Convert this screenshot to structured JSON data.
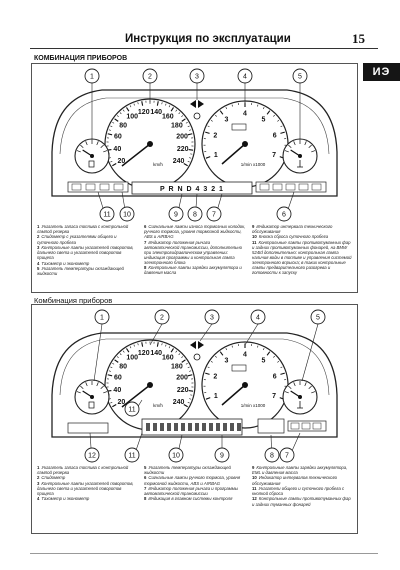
{
  "header": {
    "title": "Инструкция по эксплуатации",
    "page_number": "15",
    "tab_label": "ИЭ"
  },
  "section1": {
    "title": "КОМБИНАЦИЯ ПРИБОРОВ",
    "callouts": [
      "1",
      "2",
      "3",
      "4",
      "5",
      "6",
      "7",
      "8",
      "9",
      "10",
      "11"
    ],
    "speedo_ticks": [
      "20",
      "40",
      "60",
      "80",
      "100",
      "120",
      "140",
      "160",
      "180",
      "200",
      "220",
      "240"
    ],
    "tacho_ticks": [
      "1",
      "2",
      "3",
      "4",
      "5",
      "6",
      "7"
    ],
    "speedo_unit": "km/h",
    "tacho_unit": "1/min x1000",
    "gear_strip": "P R N D 4 3 2 1",
    "captions_col1": [
      {
        "n": "1",
        "t": "Указатель запаса топлива с контрольной лампой резерва"
      },
      {
        "n": "2",
        "t": "Спидометр с указателями общего и суточного пробега"
      },
      {
        "n": "3",
        "t": "Контрольные лампы указателей поворотов, дальнего света и указателей поворотов прицепа"
      },
      {
        "n": "4",
        "t": "Тахометр и эконометр"
      },
      {
        "n": "5",
        "t": "Указатель температуры охлаждающей жидкости"
      }
    ],
    "captions_col2": [
      {
        "n": "6",
        "t": "Сигнальные лампы износа тормозных колодок, ручного тормоза, уровня тормозной жидкости, ABS и AIRBAG"
      },
      {
        "n": "7",
        "t": "Индикатор положения рычага автоматической трансмиссии, дополнительно при электрогидравлическом управлении: индикация программы и контрольная лампа электронного блока"
      },
      {
        "n": "8",
        "t": "Контрольные лампы зарядки аккумулятора и давления масла"
      }
    ],
    "captions_col3": [
      {
        "n": "9",
        "t": "Индикатор интервала технического обслуживания"
      },
      {
        "n": "10",
        "t": "Кнопка сброса суточного пробега"
      },
      {
        "n": "11",
        "t": "Контрольные лампы противотуманных фар и задних противотуманных фонарей, на BMW 524td дополнительно: контрольная лампа наличия воды в топливе и управления системой электронного впрыска; в таких контрольные лампы предварительного разогрева и готовности к запуску"
      }
    ]
  },
  "section2": {
    "title": "Комбинация приборов",
    "callouts": [
      "1",
      "2",
      "3",
      "4",
      "5",
      "6",
      "7",
      "8",
      "9",
      "10",
      "11",
      "12"
    ],
    "speedo_ticks": [
      "20",
      "40",
      "60",
      "80",
      "100",
      "120",
      "140",
      "160",
      "180",
      "200",
      "220",
      "240"
    ],
    "tacho_ticks": [
      "1",
      "2",
      "3",
      "4",
      "5",
      "6",
      "7"
    ],
    "speedo_unit": "km/h",
    "tacho_unit": "1/min x1000",
    "captions_col1": [
      {
        "n": "1",
        "t": "Указатель запаса топлива с контрольной лампой резерва"
      },
      {
        "n": "2",
        "t": "Спидометр"
      },
      {
        "n": "3",
        "t": "Контрольные лампы указателей поворотов, дальнего света и указателей поворотов прицепа"
      },
      {
        "n": "4",
        "t": "Тахометр и эконометр"
      }
    ],
    "captions_col2": [
      {
        "n": "5",
        "t": "Указатель температуры охлаждающей жидкости"
      },
      {
        "n": "6",
        "t": "Сигнальные лампы ручного тормоза, уровня тормозной жидкости, ABS и AIRBAG"
      },
      {
        "n": "7",
        "t": "Индикатор положения рычага и программы автоматической трансмиссии"
      },
      {
        "n": "8",
        "t": "Индикация в главном системы контроля"
      }
    ],
    "captions_col3": [
      {
        "n": "9",
        "t": "Контрольные лампы зарядки аккумулятора, EML и давления масла"
      },
      {
        "n": "10",
        "t": "Индикатор интервалов технического обслуживания"
      },
      {
        "n": "11",
        "t": "Указатели общего и суточного пробега с кнопкой сброса"
      },
      {
        "n": "12",
        "t": "Контрольные лампы противотуманных фар и задних туманных фонарей"
      }
    ]
  }
}
